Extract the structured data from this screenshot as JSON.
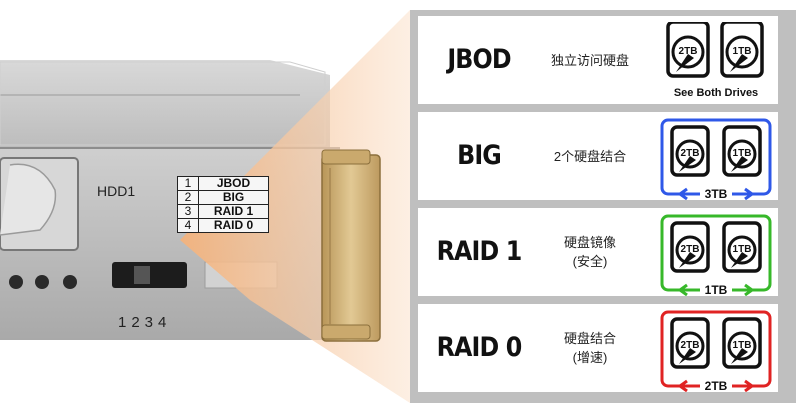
{
  "device": {
    "bay_label": "HDD1",
    "switch_numbers": "1234",
    "mode_table": [
      {
        "num": "1",
        "mode": "JBOD"
      },
      {
        "num": "2",
        "mode": "BIG"
      },
      {
        "num": "3",
        "mode": "RAID 1"
      },
      {
        "num": "4",
        "mode": "RAID 0"
      }
    ]
  },
  "modes": [
    {
      "name": "JBOD",
      "desc_line1": "独立访问硬盘",
      "desc_line2": "",
      "drive1": "2TB",
      "drive2": "1TB",
      "result": "See Both Drives",
      "frame_color": ""
    },
    {
      "name": "BIG",
      "desc_line1": "2个硬盘结合",
      "desc_line2": "",
      "drive1": "2TB",
      "drive2": "1TB",
      "result": "3TB",
      "frame_color": "#2f58e8"
    },
    {
      "name": "RAID 1",
      "desc_line1": "硬盘镜像",
      "desc_line2": "(安全)",
      "drive1": "2TB",
      "drive2": "1TB",
      "result": "1TB",
      "frame_color": "#37b82a"
    },
    {
      "name": "RAID 0",
      "desc_line1": "硬盘结合",
      "desc_line2": "(增速)",
      "drive1": "2TB",
      "drive2": "1TB",
      "result": "2TB",
      "frame_color": "#e02323"
    }
  ]
}
